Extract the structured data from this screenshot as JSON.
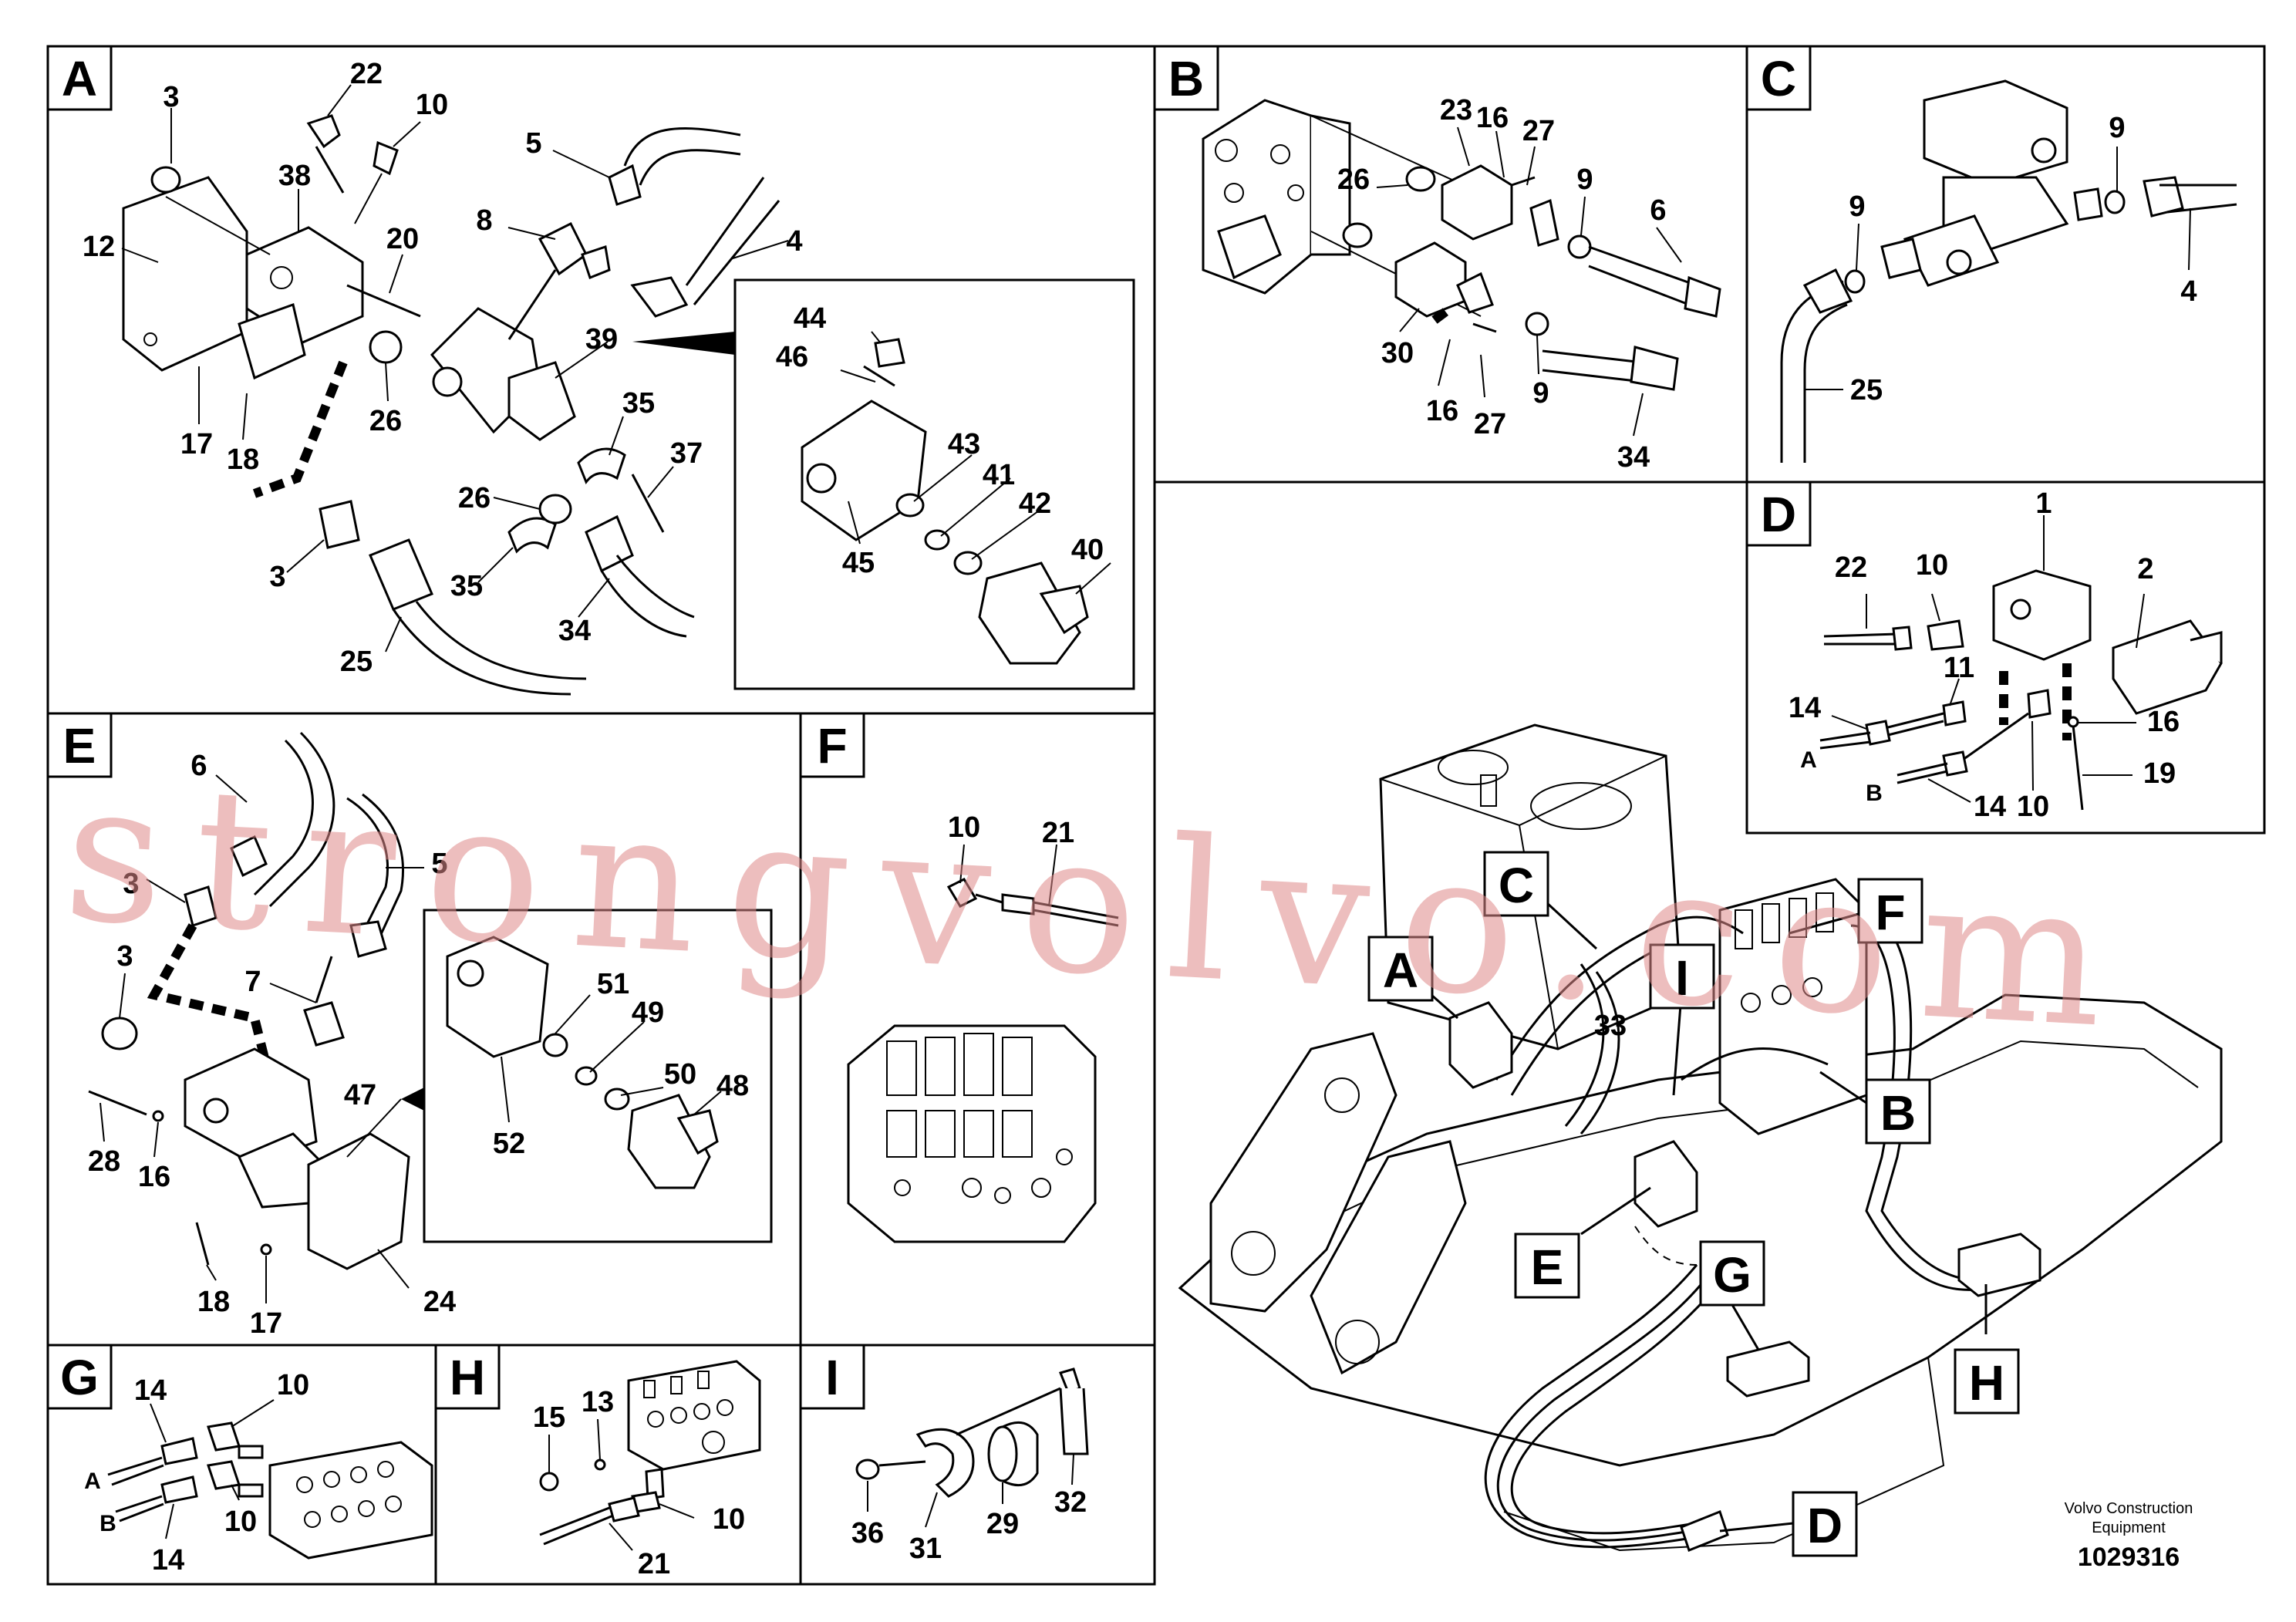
{
  "panels": {
    "A": {
      "id": "A",
      "labels": [
        "3",
        "22",
        "10",
        "38",
        "12",
        "20",
        "5",
        "8",
        "4",
        "39",
        "26",
        "17",
        "18",
        "35",
        "37",
        "26",
        "3",
        "35",
        "34",
        "25"
      ],
      "inset": [
        "44",
        "46",
        "43",
        "41",
        "42",
        "45",
        "40"
      ]
    },
    "B": {
      "id": "B",
      "labels": [
        "23",
        "16",
        "27",
        "26",
        "9",
        "6",
        "30",
        "9",
        "16",
        "27",
        "34"
      ]
    },
    "C": {
      "id": "C",
      "labels": [
        "9",
        "9",
        "4",
        "25"
      ]
    },
    "D": {
      "id": "D",
      "labels": [
        "1",
        "22",
        "10",
        "2",
        "11",
        "14",
        "16",
        "19",
        "10",
        "14"
      ],
      "ab": [
        "A",
        "B"
      ]
    },
    "E": {
      "id": "E",
      "labels": [
        "6",
        "5",
        "3",
        "3",
        "7",
        "47",
        "28",
        "16",
        "18",
        "17",
        "24"
      ],
      "inset": [
        "51",
        "49",
        "50",
        "52",
        "48"
      ]
    },
    "F": {
      "id": "F",
      "labels": [
        "10",
        "21"
      ]
    },
    "G": {
      "id": "G",
      "labels": [
        "14",
        "10",
        "10",
        "14"
      ],
      "ab": [
        "A",
        "B"
      ]
    },
    "H": {
      "id": "H",
      "labels": [
        "15",
        "13",
        "10",
        "21"
      ]
    },
    "I": {
      "id": "I",
      "labels": [
        "36",
        "31",
        "29",
        "32"
      ]
    }
  },
  "overview": {
    "callouts": [
      "C",
      "F",
      "A",
      "I",
      "B",
      "E",
      "G",
      "H",
      "D"
    ],
    "label_33": "33"
  },
  "watermark": "strongvolvo.com",
  "footer": {
    "company": "Volvo Construction",
    "company2": "Equipment",
    "drawing_number": "1029316"
  }
}
